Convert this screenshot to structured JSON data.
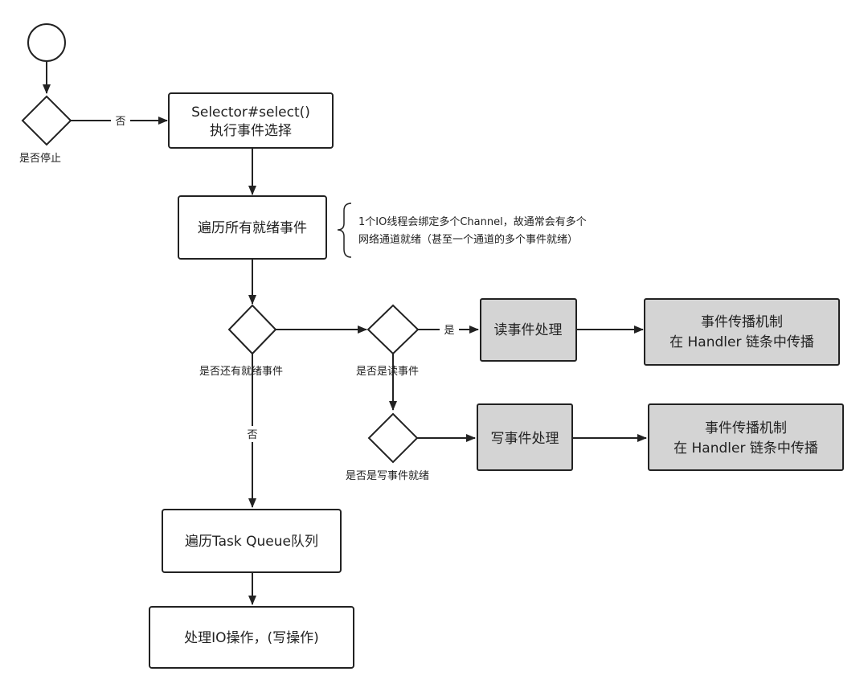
{
  "nodes": {
    "select_line1": "Selector#select()",
    "select_line2": "执行事件选择",
    "traverse_ready": "遍历所有就绪事件",
    "read_process": "读事件处理",
    "read_propagate_line1": "事件传播机制",
    "read_propagate_line2": "在 Handler 链条中传播",
    "write_process": "写事件处理",
    "write_propagate_line1": "事件传播机制",
    "write_propagate_line2": "在 Handler 链条中传播",
    "task_queue": "遍历Task Queue队列",
    "process_io": "处理IO操作，(写操作)"
  },
  "decisions": {
    "stop": "是否停止",
    "has_ready": "是否还有就绪事件",
    "is_read": "是否是读事件",
    "is_write": "是否是写事件就绪"
  },
  "edge_labels": {
    "no_to_select": "否",
    "yes_to_read": "是",
    "no_to_task_queue": "否"
  },
  "note": {
    "line1": "1个IO线程会绑定多个Channel，故通常会有多个",
    "line2": "网络通道就绪（甚至一个通道的多个事件就绪）"
  },
  "colors": {
    "stroke": "#222222",
    "shaded_fill": "#d4d4d4",
    "plain_fill": "#ffffff"
  }
}
